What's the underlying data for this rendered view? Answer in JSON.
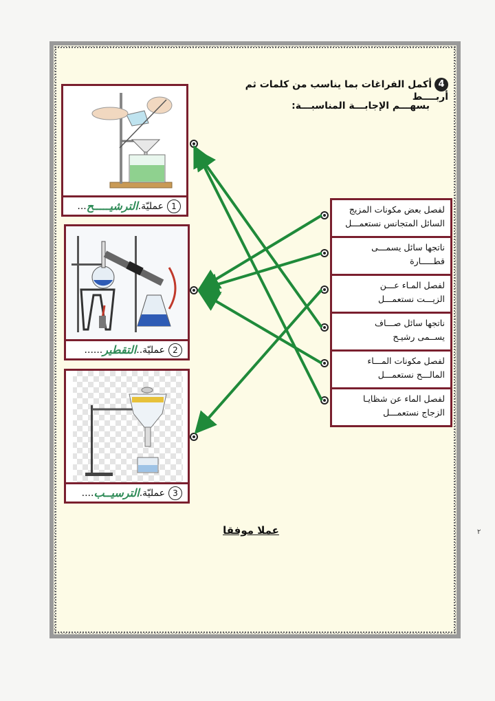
{
  "question": {
    "number": "4",
    "line1": "أكمل الفراغات بما يناسب من كلمات  ثم أربــــط",
    "line2": "بسهـــم  الإجابـــة المناسبـــة:"
  },
  "processes": [
    {
      "num": "1",
      "prefix": "عمليّة.",
      "answer": "الترشيـــــح",
      "suffix": "..."
    },
    {
      "num": "2",
      "prefix": "عمليّة..",
      "answer": "التقطير",
      "suffix": "......"
    },
    {
      "num": "3",
      "prefix": "عمليّة.",
      "answer": "الترسيــب",
      "suffix": "...."
    }
  ],
  "statements": [
    {
      "line1": "لفصل بعض مكونات المزيج",
      "line2": "السائل المتجانس نستعمـــل"
    },
    {
      "line1": "ناتجها سائل يسمـــى",
      "line2": "قطـــــارة"
    },
    {
      "line1": "لفصل المـاء عـــن",
      "line2": "الزيـــت نستعمـــل"
    },
    {
      "line1": "ناتجها سائل صـــاف",
      "line2": "يســمى رشيـح"
    },
    {
      "line1": "لفصل مكونات المـــاء",
      "line2": "المالـــح نستعمـــل"
    },
    {
      "line1": "لفصل الماء عن شظايـا",
      "line2": "الزجاج نستعمـــل"
    }
  ],
  "footer": "عملا موفقا",
  "page_number": "٢",
  "colors": {
    "frame": "#7a1f2e",
    "arrow": "#1f8a3a",
    "answer": "#2e8b57"
  }
}
